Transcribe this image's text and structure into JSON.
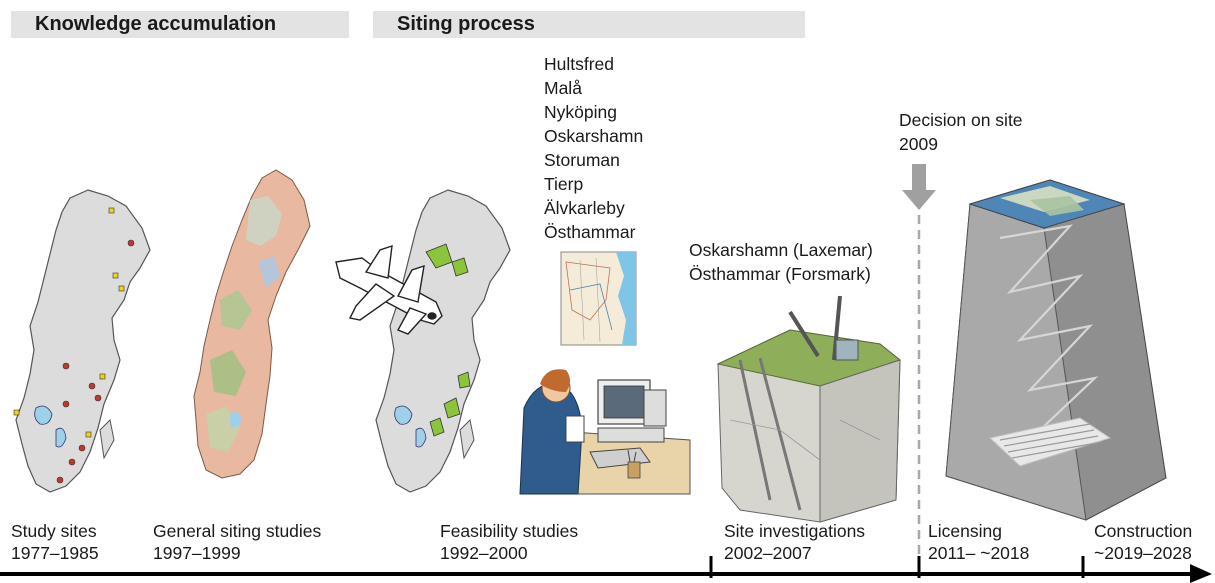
{
  "headers": {
    "knowledge": "Knowledge accumulation",
    "siting": "Siting process"
  },
  "municipalities": [
    "Hultsfred",
    "Malå",
    "Nyköping",
    "Oskarshamn",
    "Storuman",
    "Tierp",
    "Älvkarleby",
    "Östhammar"
  ],
  "site_candidates": {
    "line1": "Oskarshamn (Laxemar)",
    "line2": "Östhammar (Forsmark)"
  },
  "decision": {
    "line1": "Decision on site",
    "line2": "2009"
  },
  "phases": [
    {
      "name": "Study sites",
      "years": "1977–1985"
    },
    {
      "name": "General siting studies",
      "years": "1997–1999"
    },
    {
      "name": "Feasibility studies",
      "years": "1992–2000"
    },
    {
      "name": "Site investigations",
      "years": "2002–2007"
    },
    {
      "name": "Licensing",
      "years": "2011– ~2018"
    },
    {
      "name": "Construction",
      "years": "~2019–2028"
    }
  ],
  "icons": [
    "sweden-map-icon",
    "airplane-icon",
    "person-at-computer-icon",
    "drill-rig-icon",
    "repository-icon",
    "down-arrow-icon"
  ],
  "colors": {
    "header_bg": "#e3e3e3",
    "map_fill": "#dcdcdc",
    "lake": "#9fd0ea",
    "green_areas": "#8cc43c",
    "study_site_red": "#c0392b",
    "study_site_yellow": "#f2d21b"
  }
}
